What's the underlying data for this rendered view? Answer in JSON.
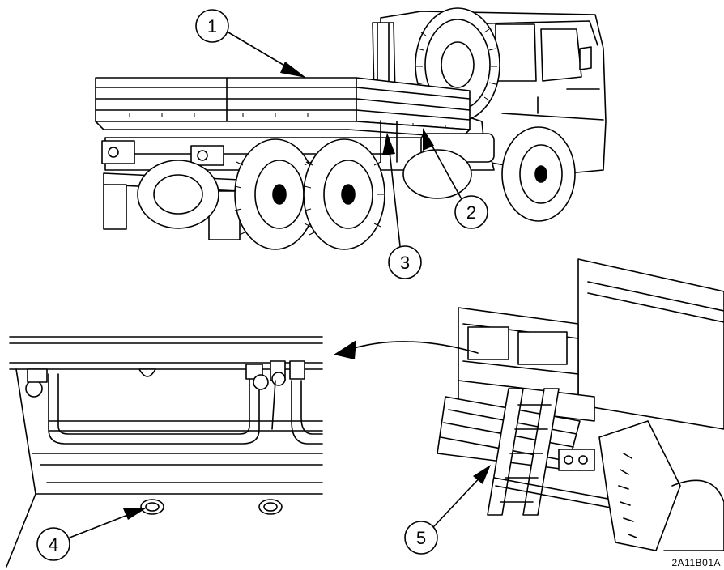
{
  "figure": {
    "id_label": "2A11B01A"
  },
  "callouts": [
    {
      "number": "1"
    },
    {
      "number": "2"
    },
    {
      "number": "3"
    },
    {
      "number": "4"
    },
    {
      "number": "5"
    }
  ]
}
